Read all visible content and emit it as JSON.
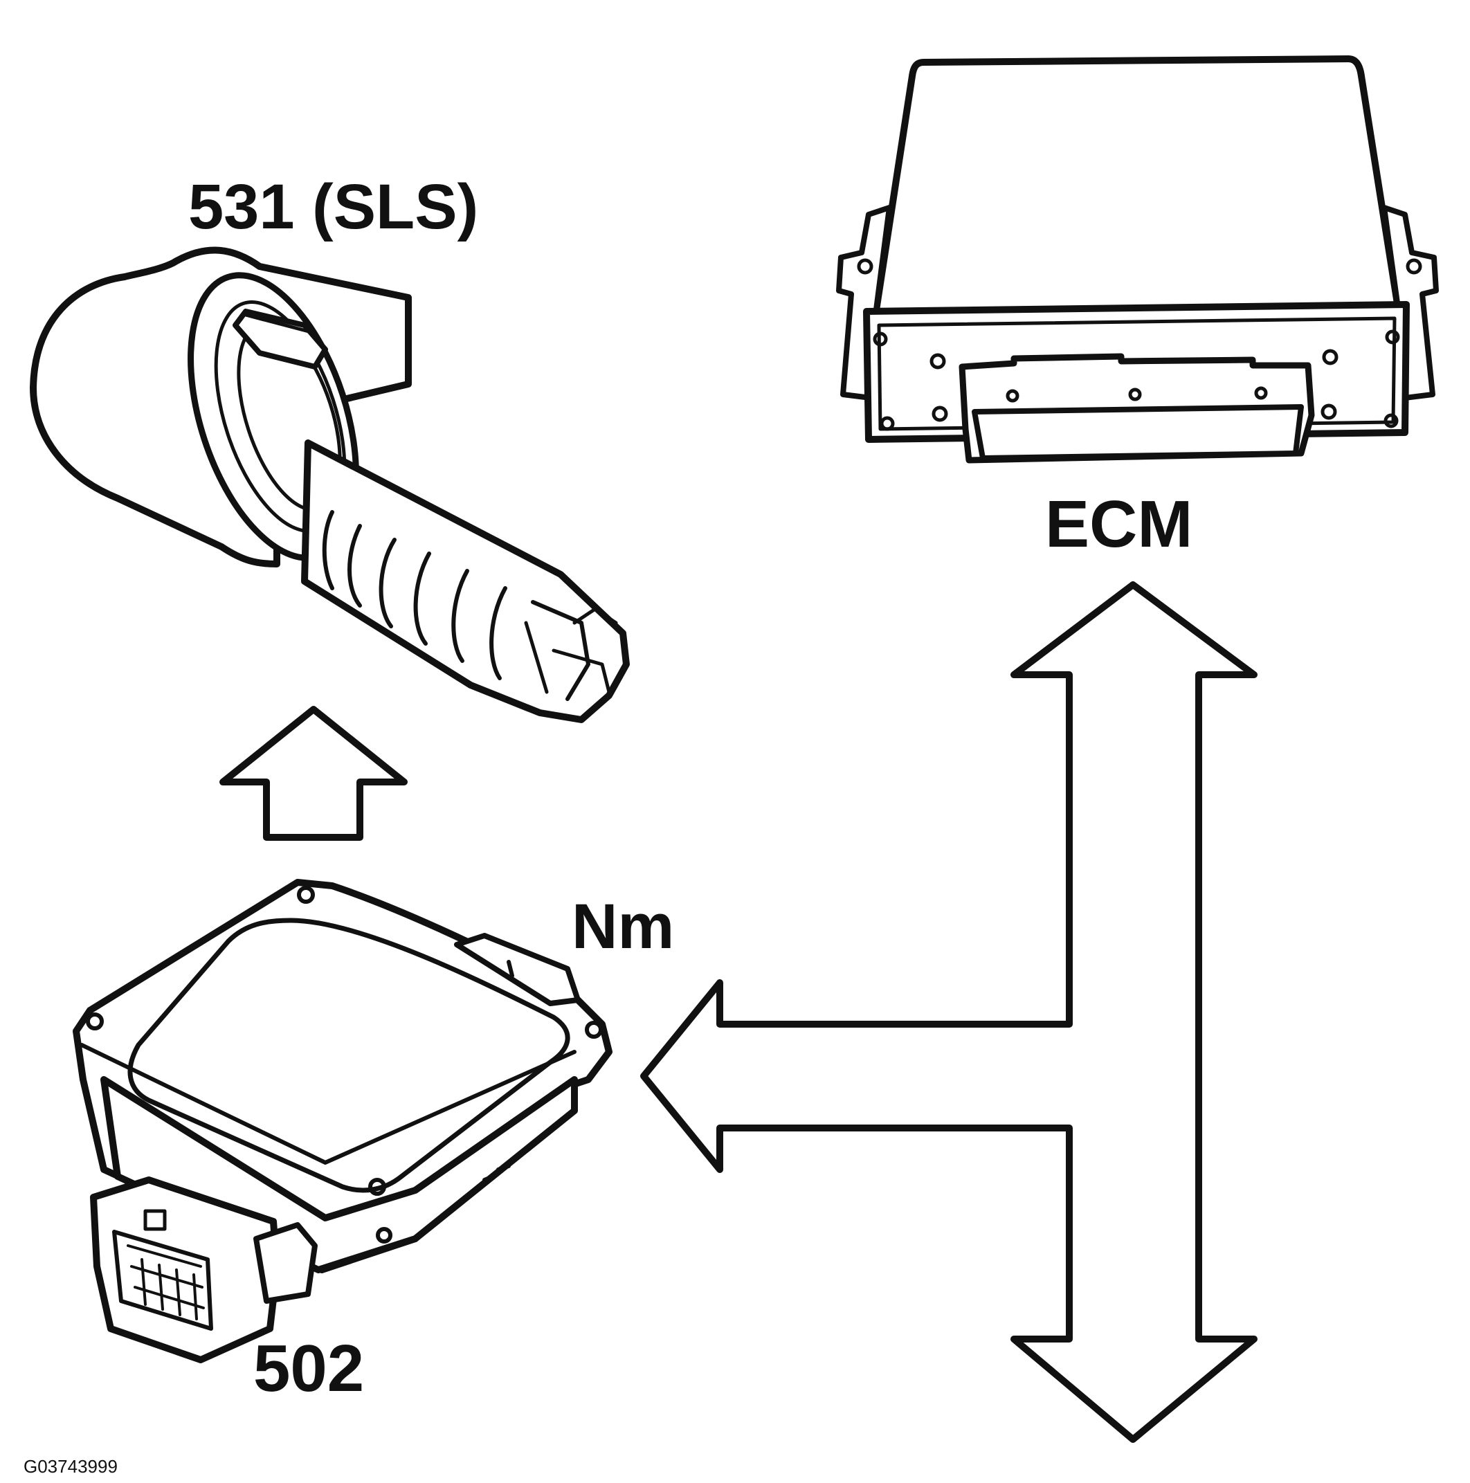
{
  "labels": {
    "sensor": "531 (SLS)",
    "ecm": "ECM",
    "module": "502",
    "signal": "Nm",
    "figure_ref": "G03743999"
  },
  "components": {
    "sensor": "solenoid-sensor",
    "ecm": "engine-control-module",
    "module": "control-module-502"
  },
  "colors": {
    "ink": "#111111",
    "background": "#ffffff"
  }
}
